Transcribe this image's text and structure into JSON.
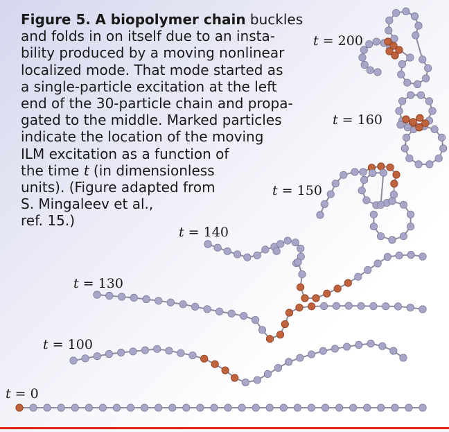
{
  "figure": {
    "number_label": "Figure 5.",
    "title": "A biopolymer chain",
    "caption_lines": [
      " buckles",
      "and folds in on itself due to an insta-",
      "bility produced by a moving nonlinear",
      "localized mode. That mode started as",
      "a single-particle excitation at the left",
      "end of the 30-particle chain and propa-",
      "gated to the middle. Marked particles",
      "indicate the location of the moving",
      "ILM excitation as a function of",
      "the time ",
      "units). (Figure adapted from",
      "S. Mingaleev et al.,",
      "ref. 15.)"
    ],
    "caption_italic_t": "t",
    "caption_line10_tail": " (in dimensionless"
  },
  "time_labels": [
    {
      "var": "t",
      "eq": " = 200"
    },
    {
      "var": "t",
      "eq": " = 160"
    },
    {
      "var": "t",
      "eq": " = 150"
    },
    {
      "var": "t",
      "eq": " = 140"
    },
    {
      "var": "t",
      "eq": " = 130"
    },
    {
      "var": "t",
      "eq": " = 100"
    },
    {
      "var": "t",
      "eq": " = 0"
    }
  ],
  "colors": {
    "particle": "#a7a6c9",
    "excited": "#c0623c",
    "bond": "#8d8c9f",
    "rule": "#e2231a"
  }
}
